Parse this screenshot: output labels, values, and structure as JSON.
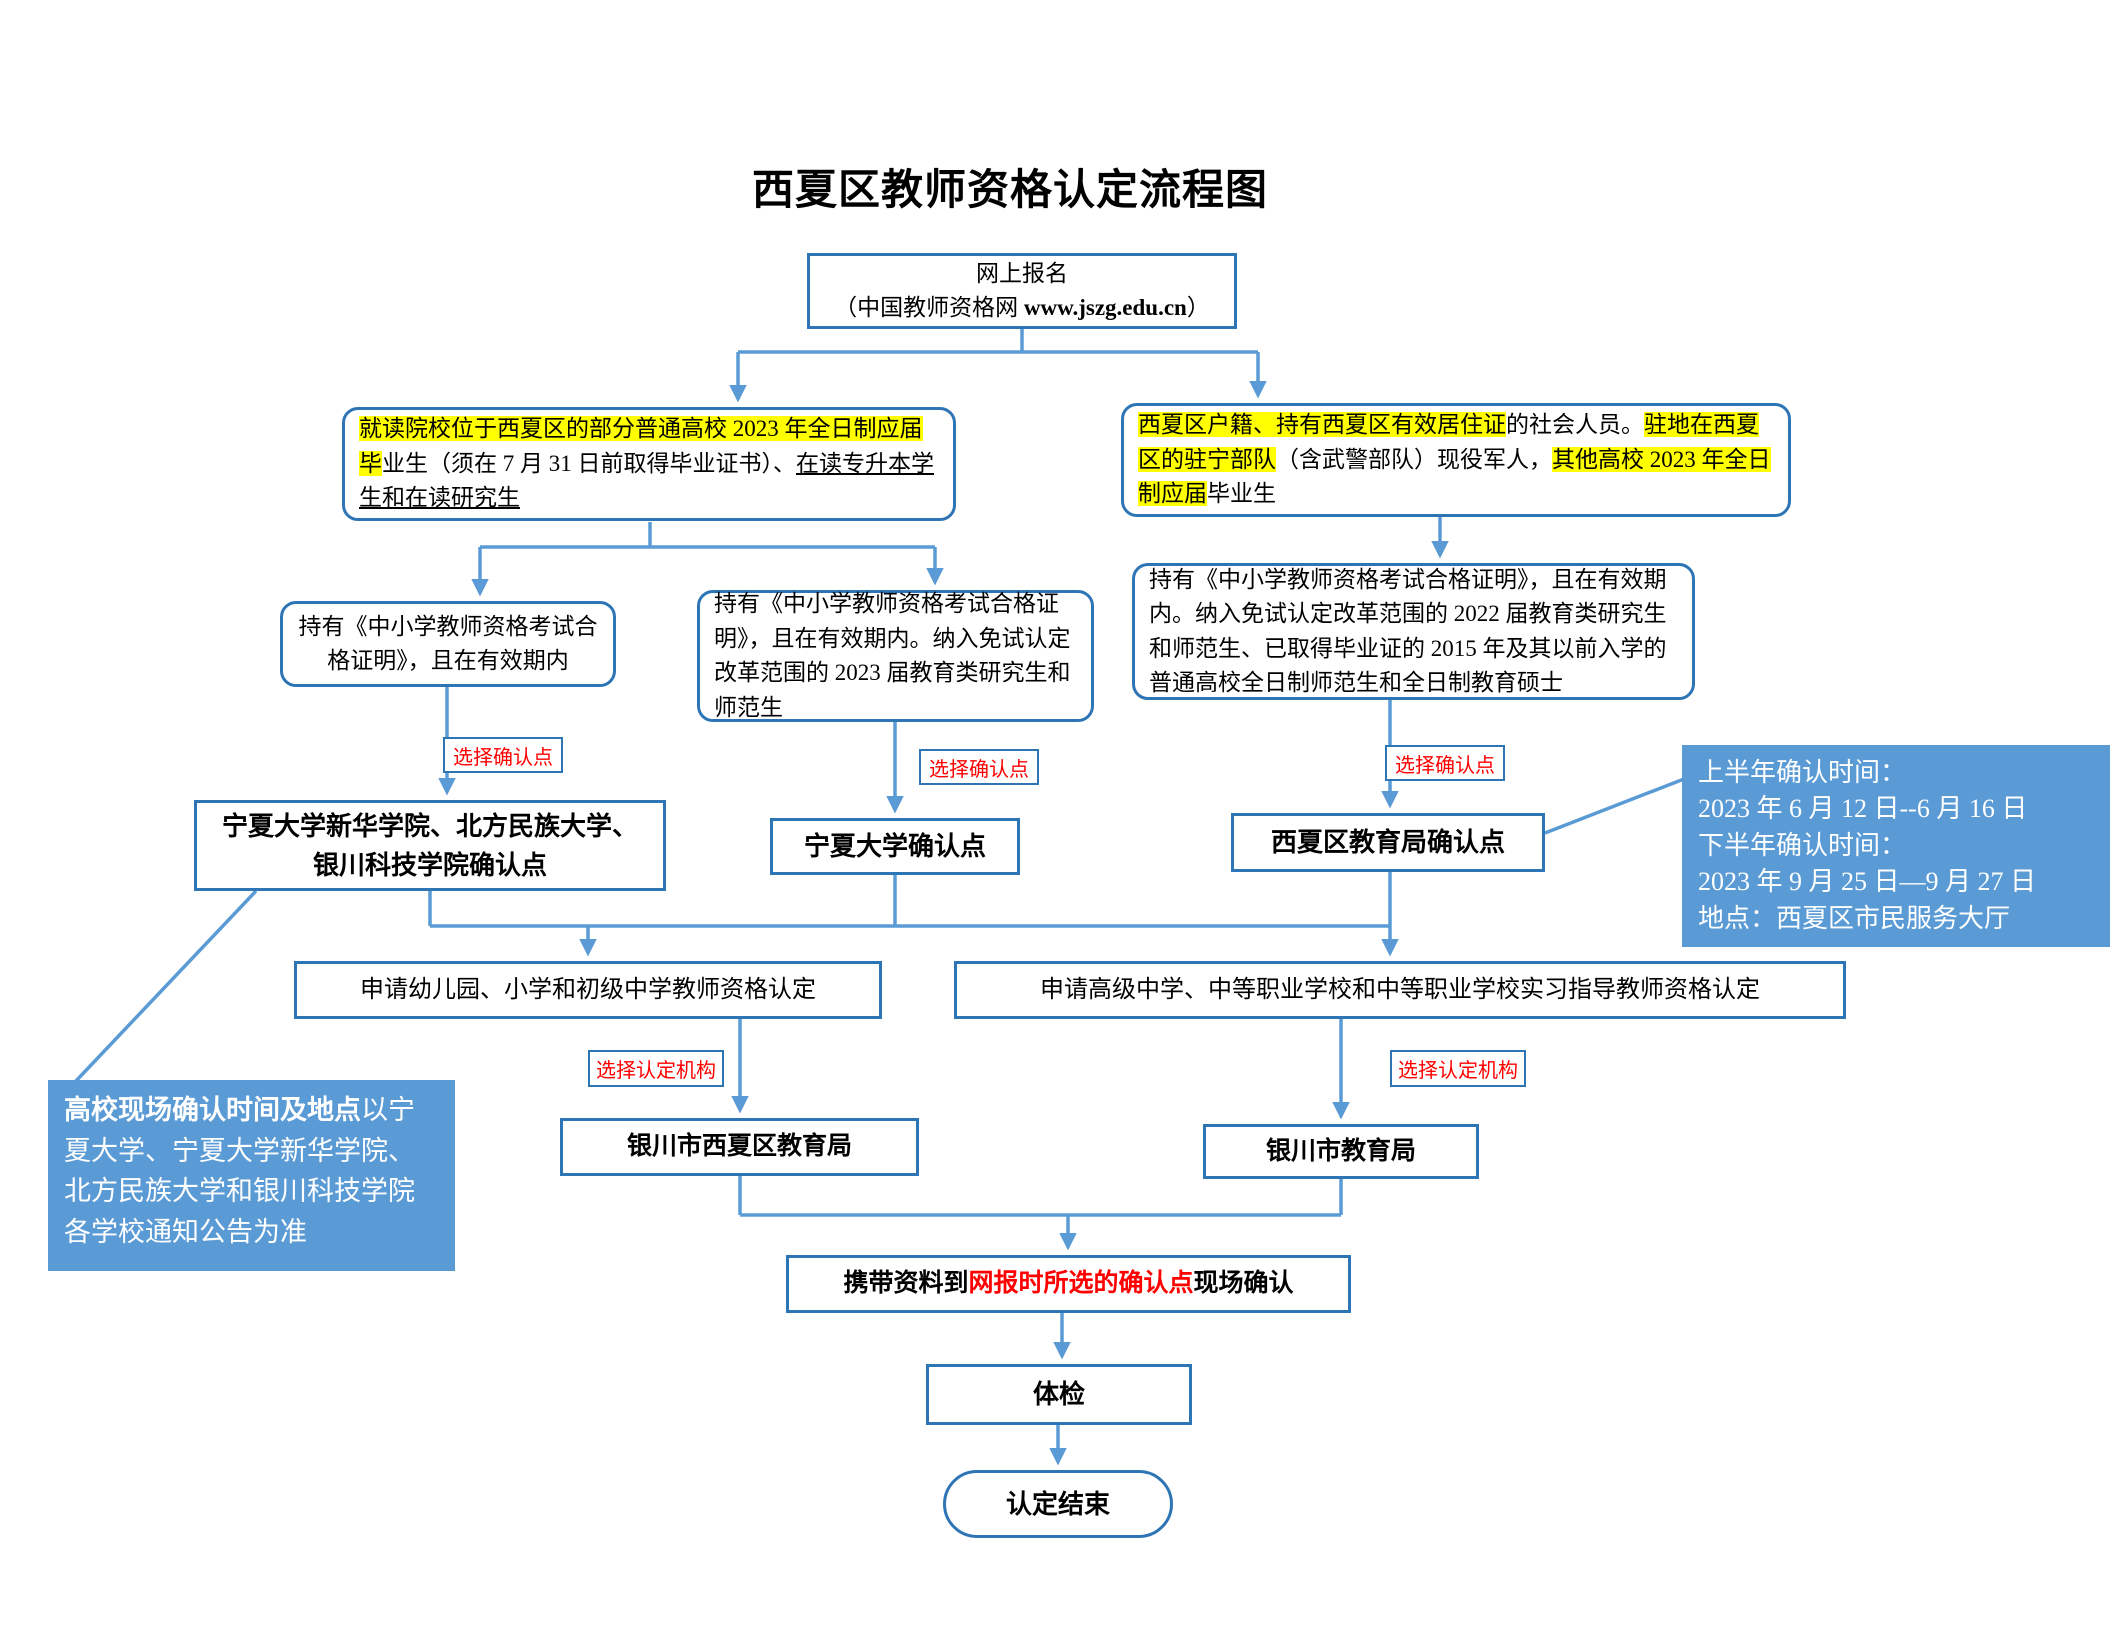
{
  "title": "西夏区教师资格认定流程图",
  "colors": {
    "box_border": "#2E75B6",
    "connector": "#5B9BD5",
    "note_bg": "#5B9BD5",
    "note_text": "#FFFFFF",
    "highlight": "#FFFF00",
    "red_text": "#FF0000"
  },
  "nodes": {
    "online_reg": {
      "line1": "网上报名",
      "line2_pre": "（中国教师资格网 ",
      "line2_url": "www.jszg.edu.cn",
      "line2_post": "）"
    },
    "branch_left": {
      "seg_hl": "就读院校位于西夏区的部分普通高校 2023 年全日制应届毕",
      "seg_plain": "业生（须在 7 月 31 日前取得毕业证书）、",
      "seg_underline": "在读专升本学生和在读研究生"
    },
    "branch_right": {
      "seg_hl1": "西夏区户籍、持有西夏区有效居住证",
      "seg_plain1": "的社会人员。",
      "seg_hl2": "驻地在西夏区的驻宁部队",
      "seg_plain2": "（含武警部队）现役军人，",
      "seg_hl3": "其他高校 2023 年全日制应届",
      "seg_plain3": "毕业生"
    },
    "cert_left": "持有《中小学教师资格考试合格证明》，且在有效期内",
    "cert_mid": "持有《中小学教师资格考试合格证明》，且在有效期内。纳入免试认定改革范围的 2023 届教育类研究生和师范生",
    "cert_right": "持有《中小学教师资格考试合格证明》，且在有效期内。纳入免试认定改革范围的 2022 届教育类研究生和师范生、已取得毕业证的 2015 年及其以前入学的普通高校全日制师范生和全日制教育硕士",
    "select_point_label": "选择确认点",
    "select_org_label": "选择认定机构",
    "confirm_left": "宁夏大学新华学院、北方民族大学、银川科技学院确认点",
    "confirm_mid": "宁夏大学确认点",
    "confirm_right": "西夏区教育局确认点",
    "apply_left": "申请幼儿园、小学和初级中学教师资格认定",
    "apply_right": "申请高级中学、中等职业学校和中等职业学校实习指导教师资格认定",
    "bureau_left": "银川市西夏区教育局",
    "bureau_right": "银川市教育局",
    "bring_materials": {
      "pre": "携带资料到",
      "red": "网报时所选的确认点",
      "post": "现场确认"
    },
    "physical_exam": "体检",
    "end": "认定结束"
  },
  "notes": {
    "time_note": {
      "lines": [
        "上半年确认时间：",
        "2023 年 6 月 12 日--6 月 16 日",
        "下半年确认时间：",
        "2023 年 9 月 25 日—9 月 27 日",
        "地点：西夏区市民服务大厅"
      ]
    },
    "campus_note": {
      "bold": "高校现场确认时间及地点",
      "rest": "以宁夏大学、宁夏大学新华学院、北方民族大学和银川科技学院各学校通知公告为准"
    }
  }
}
